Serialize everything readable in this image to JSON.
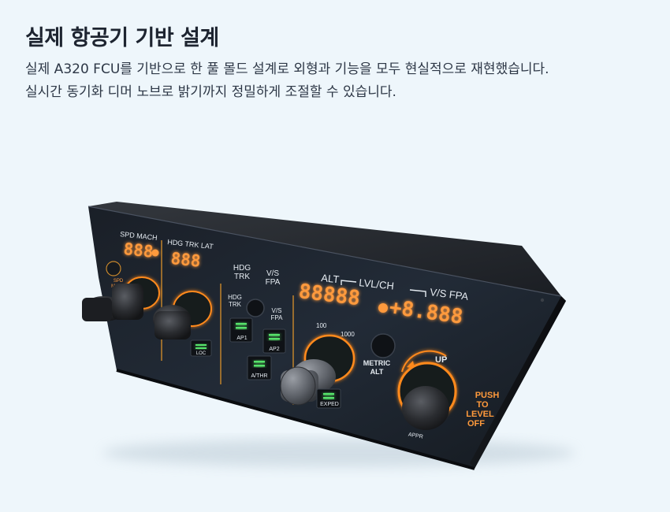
{
  "page": {
    "title": "실제 항공기 기반 설계",
    "description_lines": [
      "실제 A320 FCU를 기반으로 한 풀 몰드 설계로 외형과 기능을 모두 현실적으로 재현했습니다.",
      "실시간 동기화 디머 노브로 밝기까지 정밀하게 조절할 수 있습니다."
    ]
  },
  "fcu": {
    "spd_label": "SPD MACH",
    "spd_display": "888",
    "spd_knob_label": "SPD\nMACH",
    "hdg_label": "HDG TRK LAT",
    "hdg_display": "888",
    "hdg_trk_label": "HDG\nTRK",
    "vs_fpa_label": "V/S\nFPA",
    "hdg_trk_button_label": "HDG\nTRK",
    "vs_fpa_button_label": "V/S\nFPA",
    "alt_label": "ALT",
    "lvl_ch_label": "LVL/CH",
    "vs_fpa_top_label": "V/S FPA",
    "alt_display": "88888",
    "vs_display": "+8.888",
    "ap1_label": "AP1",
    "ap2_label": "AP2",
    "athr_label": "A/THR",
    "loc_label": "LOC",
    "exped_label": "EXPED",
    "appr_label": "APPR",
    "alt_100": "100",
    "alt_1000": "1000",
    "metric_alt_label": "METRIC\nALT",
    "up_label": "UP",
    "push_label": "PUSH\nTO\nLEVEL\nOFF",
    "colors": {
      "lcd_orange": "#ff9a3c",
      "led_green": "#57e26a",
      "label_white": "#e6ecf2",
      "knob_glow": "#ff8a1e",
      "panel": "#232a33"
    }
  }
}
